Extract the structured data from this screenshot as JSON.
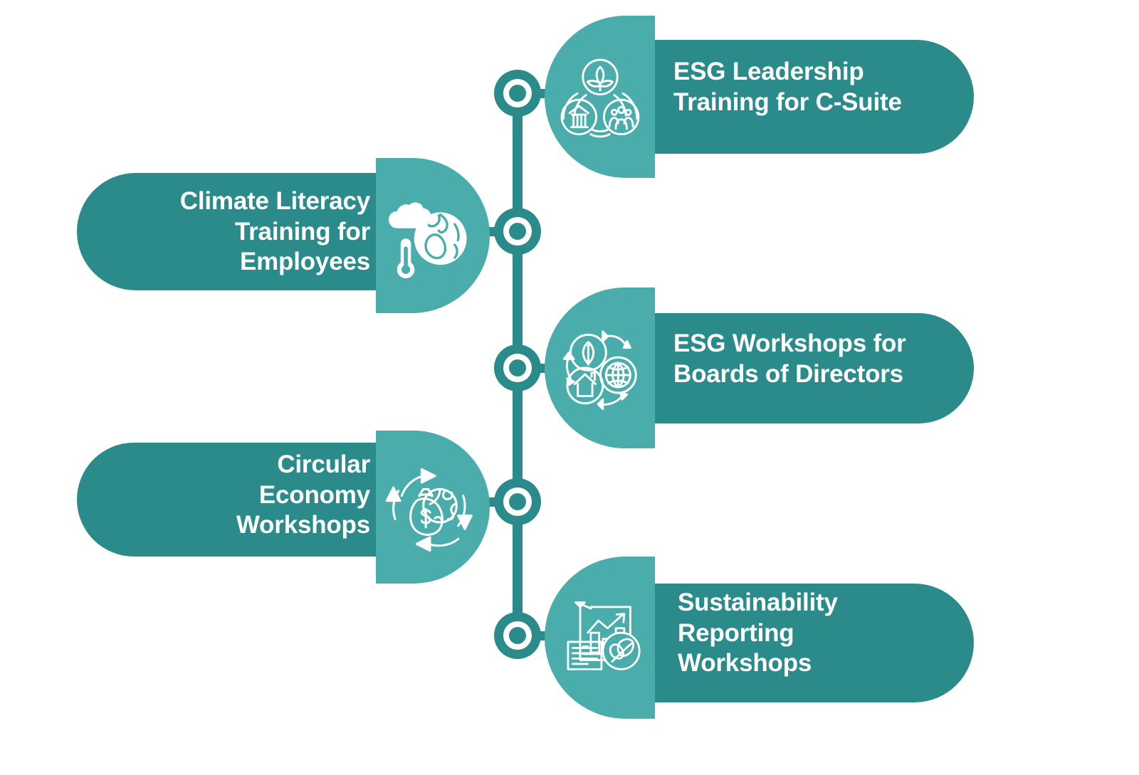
{
  "diagram": {
    "title_text": "",
    "colors": {
      "dark_teal": "#2b8a8a",
      "light_teal": "#4aadab",
      "text_on_fill": "#ffffff",
      "background": "#ffffff"
    },
    "spine": {
      "node_count": 5,
      "node_labels": [
        "node-1",
        "node-2",
        "node-3",
        "node-4",
        "node-5"
      ]
    },
    "items": [
      {
        "id": "esg-leadership-training",
        "side": "right",
        "label": "ESG Leadership\nTraining for C-Suite",
        "line1": "ESG Leadership",
        "line2": "Training for C-Suite",
        "icon": "esg-pillars-icon"
      },
      {
        "id": "climate-literacy-training",
        "side": "left",
        "label": "Climate Literacy\nTraining for\nEmployees",
        "line1": "Climate Literacy",
        "line2": "Training for",
        "line3": "Employees",
        "icon": "climate-globe-thermometer-icon"
      },
      {
        "id": "esg-workshops-boards",
        "side": "right",
        "label": "ESG Workshops for\nBoards of Directors",
        "line1": "ESG Workshops for",
        "line2": "Boards of Directors",
        "icon": "esg-cycle-leaf-house-globe-icon"
      },
      {
        "id": "circular-economy-workshops",
        "side": "left",
        "label": "Circular\nEconomy\nWorkshops",
        "line1": "Circular",
        "line2": "Economy",
        "line3": "Workshops",
        "icon": "circular-economy-money-globe-icon"
      },
      {
        "id": "sustainability-reporting-workshops",
        "side": "right",
        "label": "Sustainability\nReporting\nWorkshops",
        "line1": "Sustainability",
        "line2": "Reporting",
        "line3": "Workshops",
        "icon": "sustainability-report-chart-leaf-icon"
      }
    ]
  }
}
